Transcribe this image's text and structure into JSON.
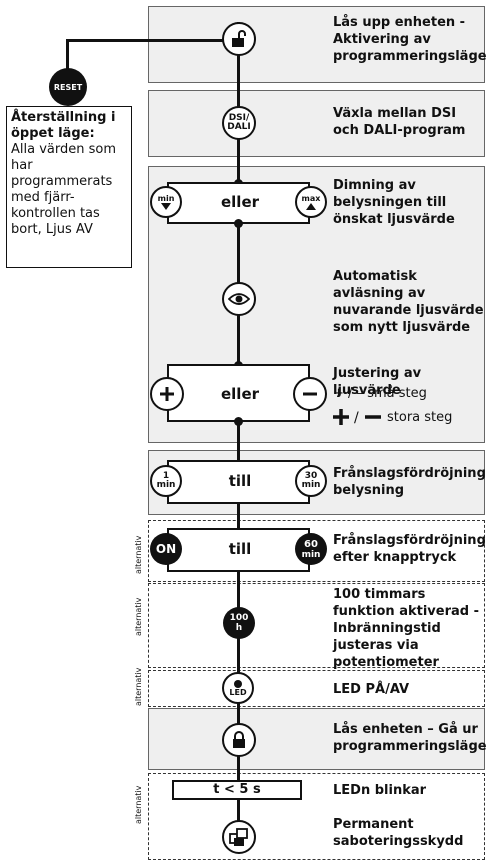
{
  "reset": {
    "button_label": "RESET",
    "title": "Återställning i öppet läge:",
    "body": "Alla värden som har programmerats med fjärr-kontrollen tas bort, Ljus AV"
  },
  "steps": {
    "unlock": {
      "text": "Lås upp enheten - Aktivering av programmeringsläge"
    },
    "dsi": {
      "text": "Växla mellan DSI och DALI-program",
      "button_label": "DSI/ DALI"
    },
    "dimming": {
      "text": "Dimning av belysningen till önskat ljusvärde",
      "or": "eller",
      "min_label": "min",
      "max_label": "max"
    },
    "auto": {
      "text": "Automatisk avläsning av nuvarande ljusvärde som nytt ljusvärde"
    },
    "adjust": {
      "title": "Justering av ljusvärde",
      "small": "+ / – små steg",
      "large": "stora steg",
      "or": "eller"
    },
    "delay": {
      "text": "Frånslagsfördröjning belysning",
      "to": "till",
      "min_val": "1",
      "max_val": "30",
      "unit": "min"
    },
    "delay_button": {
      "text": "Frånslagsfördröjning efter knapptryck",
      "to": "till",
      "on_label": "ON",
      "max_val": "60",
      "unit": "min"
    },
    "hours100": {
      "text": "100 timmars funktion aktiverad - Inbränningstid justeras via potentiometer",
      "value": "100",
      "unit": "h"
    },
    "led": {
      "text": "LED PÅ/AV",
      "label": "LED"
    },
    "lock": {
      "text": "Lås enheten – Gå ur programmeringsläge"
    },
    "tamper": {
      "timer": "t < 5 s",
      "blink": "LEDn blinkar",
      "text": "Permanent saboteringsskydd"
    }
  },
  "alternative_label": "alternativ"
}
